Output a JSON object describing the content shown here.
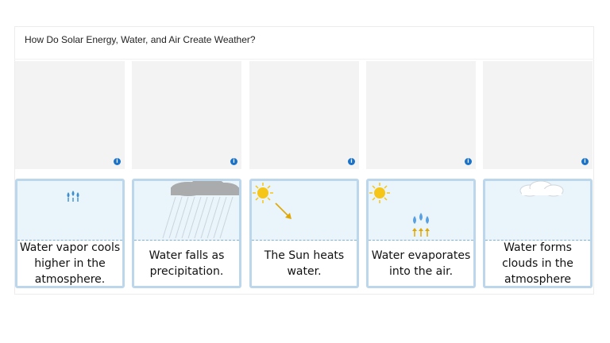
{
  "question": "How Do Solar Energy, Water, and Air Create Weather?",
  "drop_zones": [
    {
      "info_icon": "info-icon"
    },
    {
      "info_icon": "info-icon"
    },
    {
      "info_icon": "info-icon"
    },
    {
      "info_icon": "info-icon"
    },
    {
      "info_icon": "info-icon"
    }
  ],
  "cards": [
    {
      "caption": "Water vapor cools higher in the atmosphere.",
      "image": "vapor-rising-icon"
    },
    {
      "caption": "Water falls as precipitation.",
      "image": "rain-cloud-icon"
    },
    {
      "caption": "The Sun heats water.",
      "image": "sun-ray-icon"
    },
    {
      "caption": "Water evaporates into the air.",
      "image": "evaporation-icon"
    },
    {
      "caption": "Water forms clouds in the atmosphere",
      "image": "cloud-icon"
    }
  ],
  "colors": {
    "accent": "#1a73c9",
    "card_border": "#bcd6ec",
    "sky": "#e9f4fb",
    "sun": "#f5c518",
    "arrow": "#e0a800"
  }
}
